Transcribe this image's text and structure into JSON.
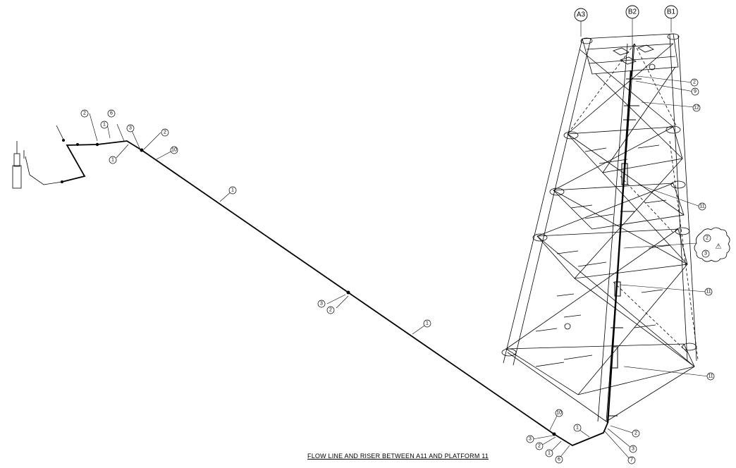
{
  "title": "FLOW LINE AND RISER BETWEEN A11 AND PLATFORM 11",
  "grid_markers": [
    "A3",
    "B2",
    "B1"
  ],
  "revision_mark": "⚠",
  "callouts": [
    {
      "n": "2"
    },
    {
      "n": "6"
    },
    {
      "n": "1"
    },
    {
      "n": "3"
    },
    {
      "n": "2"
    },
    {
      "n": "1"
    },
    {
      "n": "10"
    },
    {
      "n": "1"
    },
    {
      "n": "3"
    },
    {
      "n": "2"
    },
    {
      "n": "1"
    },
    {
      "n": "10"
    },
    {
      "n": "1"
    },
    {
      "n": "3"
    },
    {
      "n": "2"
    },
    {
      "n": "1"
    },
    {
      "n": "6"
    },
    {
      "n": "2"
    },
    {
      "n": "3"
    },
    {
      "n": "7"
    },
    {
      "n": "2"
    },
    {
      "n": "9"
    },
    {
      "n": "12"
    },
    {
      "n": "11"
    },
    {
      "n": "2"
    },
    {
      "n": "3"
    },
    {
      "n": "11"
    },
    {
      "n": "11"
    }
  ]
}
